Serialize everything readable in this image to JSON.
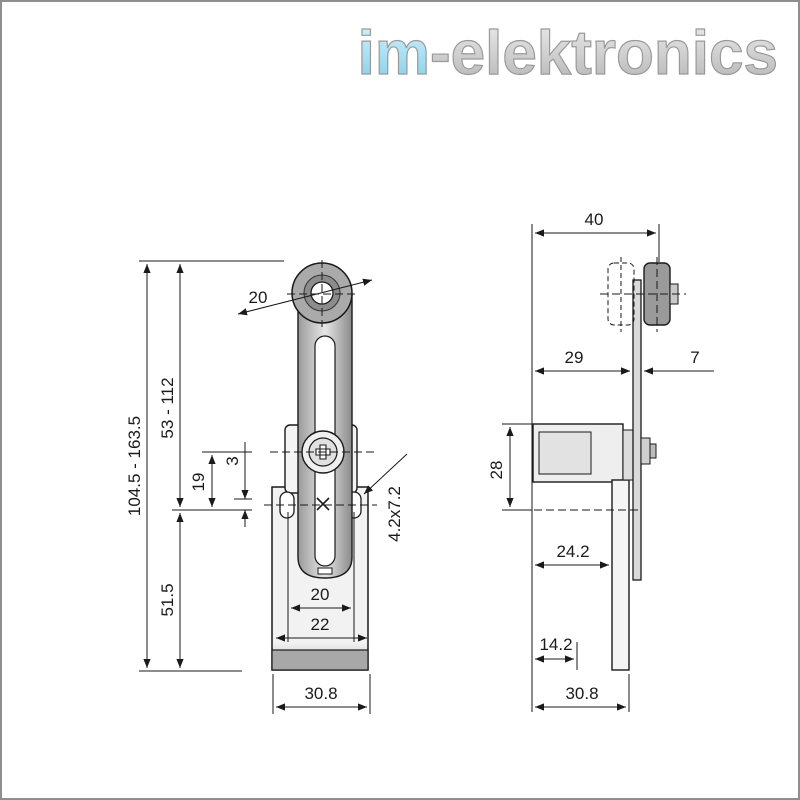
{
  "brand": {
    "name": "im-elektronics",
    "accent_color": "#8ed6ee",
    "base_color": "#c8c8c8"
  },
  "front_view": {
    "dimensions": {
      "roller_diameter": "20",
      "arm_length_range": "53 - 112",
      "total_height_range": "104.5 - 163.5",
      "pivot_offset": "19",
      "screw_offset": "3",
      "body_height": "51.5",
      "mounting_hole": "4.2x7.2",
      "hole_spacing_inner": "20",
      "hole_spacing_outer": "22",
      "body_width": "30.8"
    }
  },
  "side_view": {
    "dimensions": {
      "overall_depth": "40",
      "lever_position": "29",
      "lever_thickness": "7",
      "head_height": "28",
      "mount_depth": "24.2",
      "base_offset": "14.2",
      "body_depth": "30.8"
    }
  }
}
